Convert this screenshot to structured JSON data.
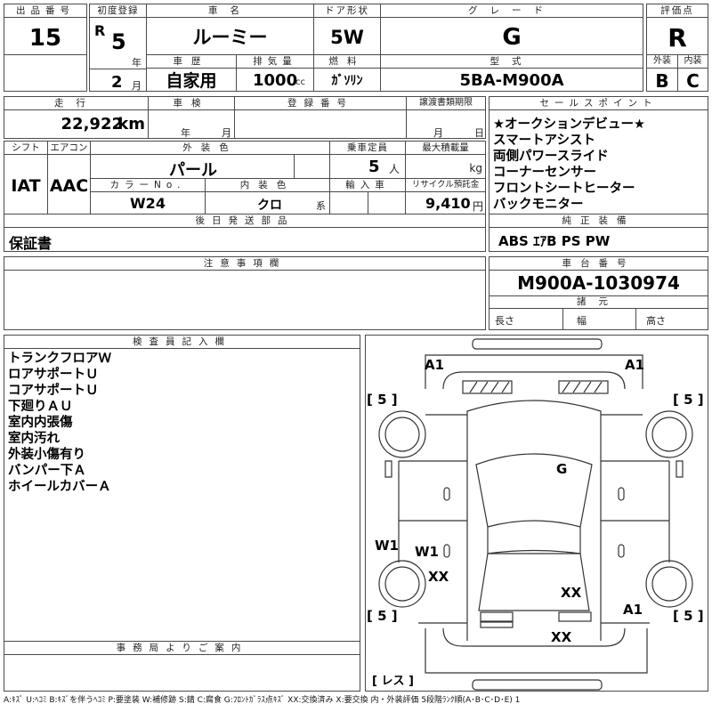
{
  "lot": {
    "label": "出品番号",
    "value": "15"
  },
  "first_registration": {
    "label": "初度登録",
    "era": "R",
    "year": "5",
    "year_unit": "年",
    "month": "2",
    "month_unit": "月"
  },
  "car_name": {
    "label": "車名",
    "value": "ルーミー"
  },
  "door": {
    "label": "ドア形状",
    "value": "5W"
  },
  "grade": {
    "label": "グレード",
    "value": "G"
  },
  "score": {
    "label": "評価点",
    "value": "R",
    "exterior_label": "外装",
    "exterior": "B",
    "interior_label": "内装",
    "interior": "C"
  },
  "history": {
    "label": "車歴",
    "value": "自家用"
  },
  "displacement": {
    "label": "排気量",
    "value": "1000",
    "unit": "cc"
  },
  "fuel": {
    "label": "燃料",
    "value": "ｶﾞｿﾘﾝ"
  },
  "model": {
    "label": "型式",
    "value": "5BA-M900A"
  },
  "mileage": {
    "label": "走行",
    "value": "22,922",
    "unit": "km"
  },
  "inspection": {
    "label": "車検",
    "year_unit": "年",
    "month_unit": "月"
  },
  "registration_no": {
    "label": "登録番号"
  },
  "transfer_deadline": {
    "label": "譲渡書類期限",
    "month_unit": "月",
    "day_unit": "日"
  },
  "sales_points": {
    "label": "セールスポイント",
    "items": [
      "★オークションデビュー★",
      "スマートアシスト",
      "両側パワースライド",
      "コーナーセンサー",
      "フロントシートヒーター",
      "バックモニター"
    ]
  },
  "shift": {
    "label": "シフト",
    "value": "IAT"
  },
  "aircon": {
    "label": "エアコン",
    "value": "AAC"
  },
  "exterior_color": {
    "label": "外装色",
    "value": "パール"
  },
  "capacity": {
    "label": "乗車定員",
    "value": "5",
    "unit": "人"
  },
  "max_load": {
    "label": "最大積載量",
    "unit": "kg"
  },
  "color_no": {
    "label": "カラーNo.",
    "value": "W24"
  },
  "interior_color": {
    "label": "内装色",
    "value": "クロ",
    "unit": "系"
  },
  "import_car": {
    "label": "輸入車"
  },
  "recycle": {
    "label": "リサイクル預託金",
    "value": "9,410",
    "unit": "円"
  },
  "later_parts": {
    "label": "後日発送部品",
    "value": "保証書"
  },
  "equipment": {
    "label": "純正装備",
    "value": "ABS ｴｱB PS PW"
  },
  "notes": {
    "label": "注意事項欄"
  },
  "chassis": {
    "label": "車台番号",
    "value": "M900A-1030974"
  },
  "specs": {
    "label": "諸元",
    "length": "長さ",
    "width": "幅",
    "height": "高さ"
  },
  "inspector": {
    "label": "検査員記入欄",
    "lines": [
      "トランクフロアＷ",
      "ロアサポートＵ",
      "コアサポートＵ",
      "下廻りＡＵ",
      "室内内張傷",
      "室内汚れ",
      "外装小傷有り",
      "バンパー下Ａ",
      "ホイールカバーＡ"
    ]
  },
  "office": {
    "label": "事務局よりご案内"
  },
  "diagram": {
    "marks": {
      "front_left": "A1",
      "front_right": "A1",
      "wheel_front_left": "[ 5 ]",
      "wheel_front_right": "[ 5 ]",
      "windshield": "G",
      "left_side": "W1",
      "left_rear_door": "W1",
      "left_quarter": "XX",
      "rear_glass": "XX",
      "wheel_rear_left": "[ 5 ]",
      "right_rear": "A1",
      "wheel_rear_right": "[ 5 ]",
      "rear_bumper": "XX",
      "spare_tire": "[ レス ]"
    }
  },
  "legend": "A:ｷｽﾞ U:ﾍｺﾐ B:ｷｽﾞを伴うﾍｺﾐ P:要塗装 W:補修跡 S:錆 C:腐食 G:ﾌﾛﾝﾄｶﾞﾗｽ点ｷｽﾞ XX:交換済み X:要交換 内・外装評価 5段階ﾗﾝｸ順(A･B･C･D･E) 1"
}
